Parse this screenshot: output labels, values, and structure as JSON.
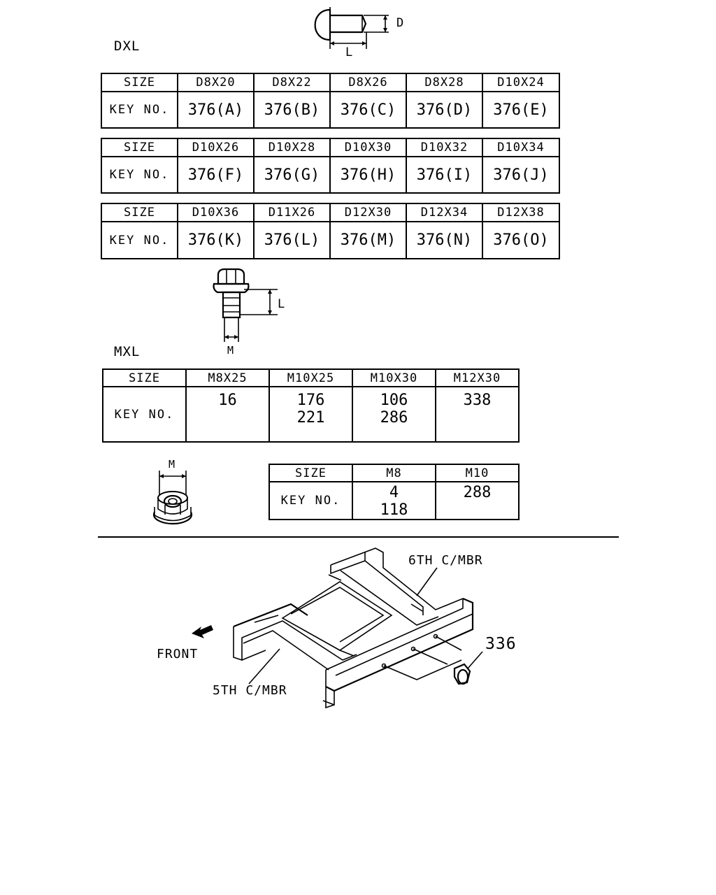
{
  "dxl": {
    "title": "DXL",
    "dim_d": "D",
    "dim_l": "L",
    "size_label": "SIZE",
    "key_label": "KEY NO.",
    "tables": [
      {
        "sizes": [
          "D8X20",
          "D8X22",
          "D8X26",
          "D8X28",
          "D10X24"
        ],
        "keys": [
          "376(A)",
          "376(B)",
          "376(C)",
          "376(D)",
          "376(E)"
        ]
      },
      {
        "sizes": [
          "D10X26",
          "D10X28",
          "D10X30",
          "D10X32",
          "D10X34"
        ],
        "keys": [
          "376(F)",
          "376(G)",
          "376(H)",
          "376(I)",
          "376(J)"
        ]
      },
      {
        "sizes": [
          "D10X36",
          "D11X26",
          "D12X30",
          "D12X34",
          "D12X38"
        ],
        "keys": [
          "376(K)",
          "376(L)",
          "376(M)",
          "376(N)",
          "376(O)"
        ]
      }
    ]
  },
  "mxl": {
    "title": "MXL",
    "dim_l": "L",
    "dim_m": "M",
    "size_label": "SIZE",
    "key_label": "KEY NO.",
    "sizes": [
      "M8X25",
      "M10X25",
      "M10X30",
      "M12X30"
    ],
    "keys": [
      [
        "16"
      ],
      [
        "176",
        "221"
      ],
      [
        "106",
        "286"
      ],
      [
        "338"
      ]
    ]
  },
  "nut": {
    "dim_m": "M",
    "size_label": "SIZE",
    "key_label": "KEY NO.",
    "sizes": [
      "M8",
      "M10"
    ],
    "keys": [
      [
        "4",
        "118"
      ],
      [
        "288"
      ]
    ]
  },
  "frame": {
    "label_6th": "6TH C/MBR",
    "label_5th": "5TH C/MBR",
    "label_front": "FRONT",
    "callout": "336"
  }
}
